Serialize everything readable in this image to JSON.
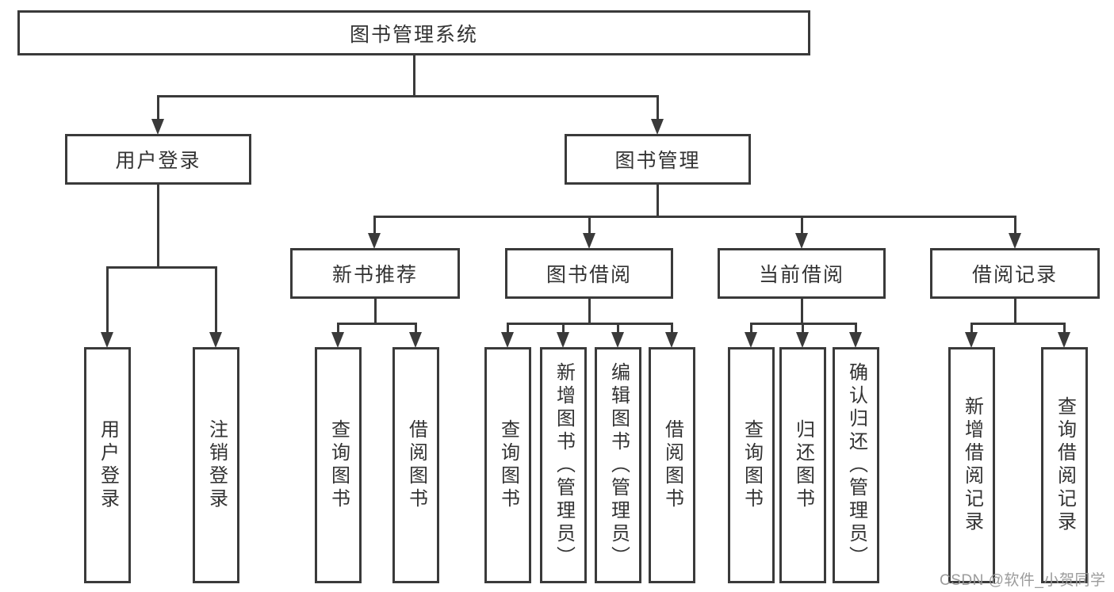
{
  "colors": {
    "line": "#3a3a3a",
    "text": "#333333",
    "background": "#ffffff",
    "watermark": "#969696"
  },
  "nodes": {
    "root": "图书管理系统",
    "user_login": "用户登录",
    "book_management": "图书管理",
    "new_book_recommend": "新书推荐",
    "book_borrow": "图书借阅",
    "current_borrow": "当前借阅",
    "borrow_records": "借阅记录"
  },
  "leaves": {
    "user_login": [
      "用户登录",
      "注销登录"
    ],
    "new_book_recommend": [
      "查询图书",
      "借阅图书"
    ],
    "book_borrow": [
      "查询图书",
      "新增图书（管理员）",
      "编辑图书（管理员）",
      "借阅图书"
    ],
    "current_borrow": [
      "查询图书",
      "归还图书",
      "确认归还（管理员）"
    ],
    "borrow_records": [
      "新增借阅记录",
      "查询借阅记录"
    ]
  },
  "watermark": "CSDN @软件_小贺同学"
}
